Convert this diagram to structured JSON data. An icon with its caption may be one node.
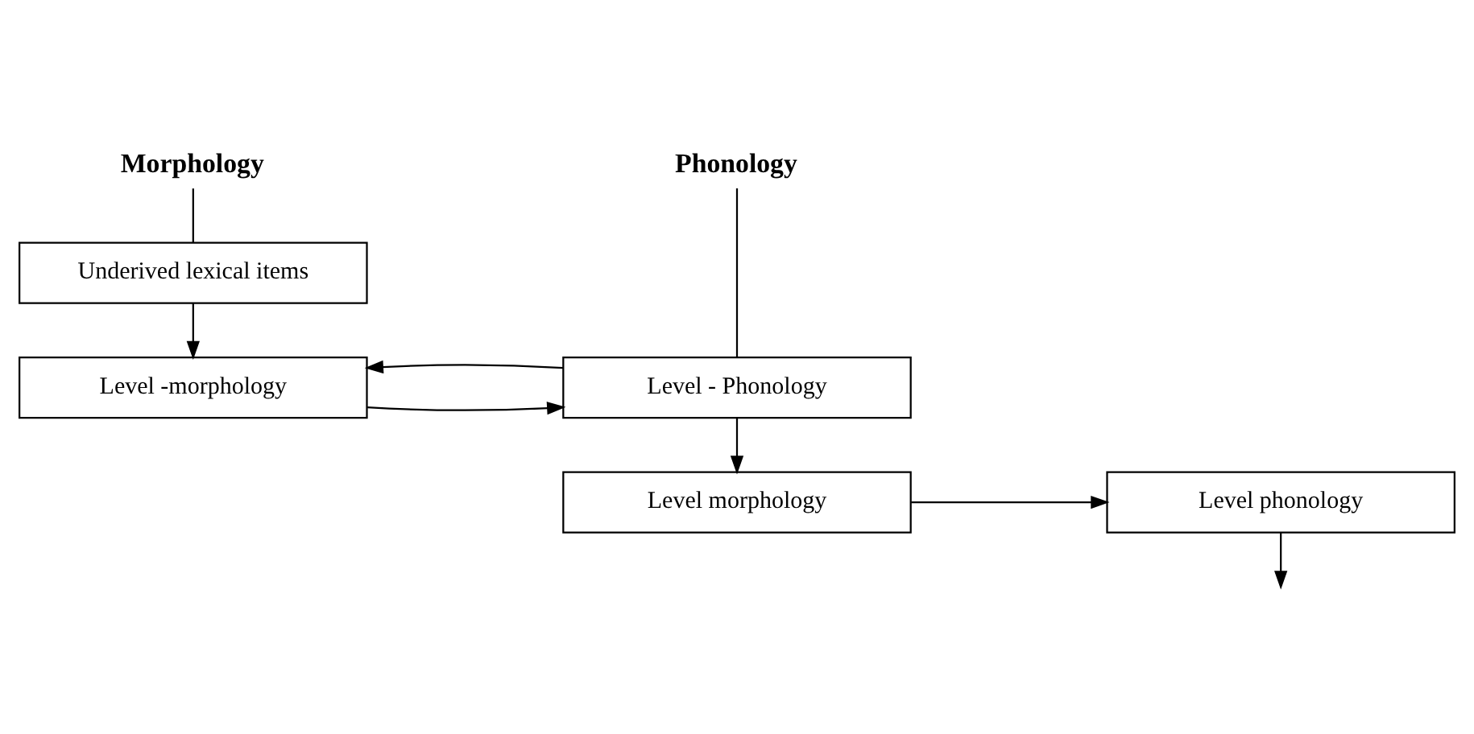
{
  "diagram": {
    "nodes": [
      {
        "text": [
          "Morphology"
        ]
      },
      {
        "text": [
          "Underived lexical items"
        ]
      },
      {
        "text": [
          "Phonology"
        ]
      },
      {
        "text": [
          "Level -morphology"
        ]
      },
      {
        "text": [
          "Level - Phonology"
        ]
      },
      {
        "text": [
          "Level morphology"
        ]
      },
      {
        "text": [
          "Level phonology"
        ]
      }
    ],
    "edges": [
      {
        "from": 0,
        "to": 1,
        "arrow": "none"
      },
      {
        "from": 1,
        "to": 3,
        "arrow": "to"
      },
      {
        "from": 2,
        "to": 4,
        "arrow": "none"
      },
      {
        "from": 3,
        "to": 4,
        "arrow": "to"
      },
      {
        "from": 4,
        "to": 3,
        "arrow": "to"
      },
      {
        "from": 4,
        "to": 5,
        "arrow": "to"
      },
      {
        "from": 5,
        "to": 6,
        "arrow": "to"
      },
      {
        "from": 6,
        "to": null,
        "arrow": "to"
      }
    ]
  }
}
